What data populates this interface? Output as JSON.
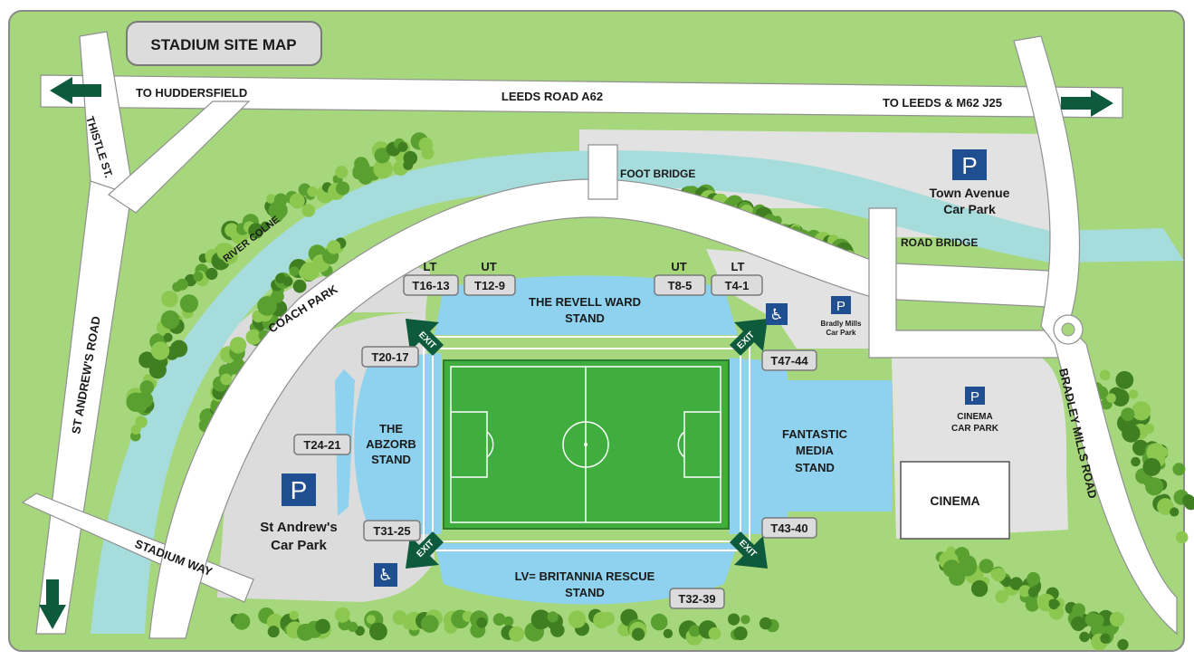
{
  "title": "STADIUM SITE MAP",
  "roads": {
    "leeds_road": "LEEDS ROAD A62",
    "to_huddersfield": "TO HUDDERSFIELD",
    "to_leeds": "TO LEEDS & M62 J25",
    "thistle_st": "THISTLE ST.",
    "st_andrews_road": "ST ANDREW'S ROAD",
    "stadium_way": "STADIUM WAY",
    "bradley_mills_road": "BRADLEY MILLS ROAD",
    "foot_bridge": "FOOT BRIDGE",
    "road_bridge": "ROAD BRIDGE",
    "river": "RIVER COLNE",
    "coach_park": "COACH PARK"
  },
  "car_parks": {
    "parking_symbol": "P",
    "town_avenue_line1": "Town Avenue",
    "town_avenue_line2": "Car Park",
    "bradly_mills_line1": "Bradly Mills",
    "bradly_mills_line2": "Car Park",
    "cinema_line1": "CINEMA",
    "cinema_line2": "CAR PARK",
    "st_andrews_line1": "St Andrew's",
    "st_andrews_line2": "Car Park"
  },
  "buildings": {
    "cinema": "CINEMA"
  },
  "stands": {
    "revell_line1": "THE REVELL WARD",
    "revell_line2": "STAND",
    "abzorb_line1": "THE",
    "abzorb_line2": "ABZORB",
    "abzorb_line3": "STAND",
    "fantastic_line1": "FANTASTIC",
    "fantastic_line2": "MEDIA",
    "fantastic_line3": "STAND",
    "britannia_line1": "LV= BRITANNIA RESCUE",
    "britannia_line2": "STAND"
  },
  "tiers": {
    "lt": "LT",
    "ut": "UT"
  },
  "turnstiles": {
    "t16_13": "T16-13",
    "t12_9": "T12-9",
    "t8_5": "T8-5",
    "t4_1": "T4-1",
    "t20_17": "T20-17",
    "t24_21": "T24-21",
    "t31_25": "T31-25",
    "t47_44": "T47-44",
    "t43_40": "T43-40",
    "t32_39": "T32-39"
  },
  "exit_label": "EXIT",
  "icons": {
    "accessible": "♿",
    "colors": {
      "grass": "#a6d77d",
      "road": "#ffffff",
      "river": "#a6dcdc",
      "stand": "#8fd2f0",
      "pitch": "#3fae3f",
      "parking": "#1f4e91",
      "arrow": "#0e5a3c"
    }
  }
}
